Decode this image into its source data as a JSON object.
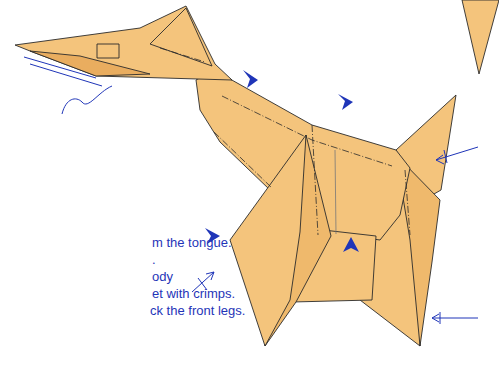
{
  "diagram": {
    "labels": [
      "m the tongue.",
      ".",
      "ody",
      "et with crimps.",
      "ck the front legs."
    ]
  }
}
